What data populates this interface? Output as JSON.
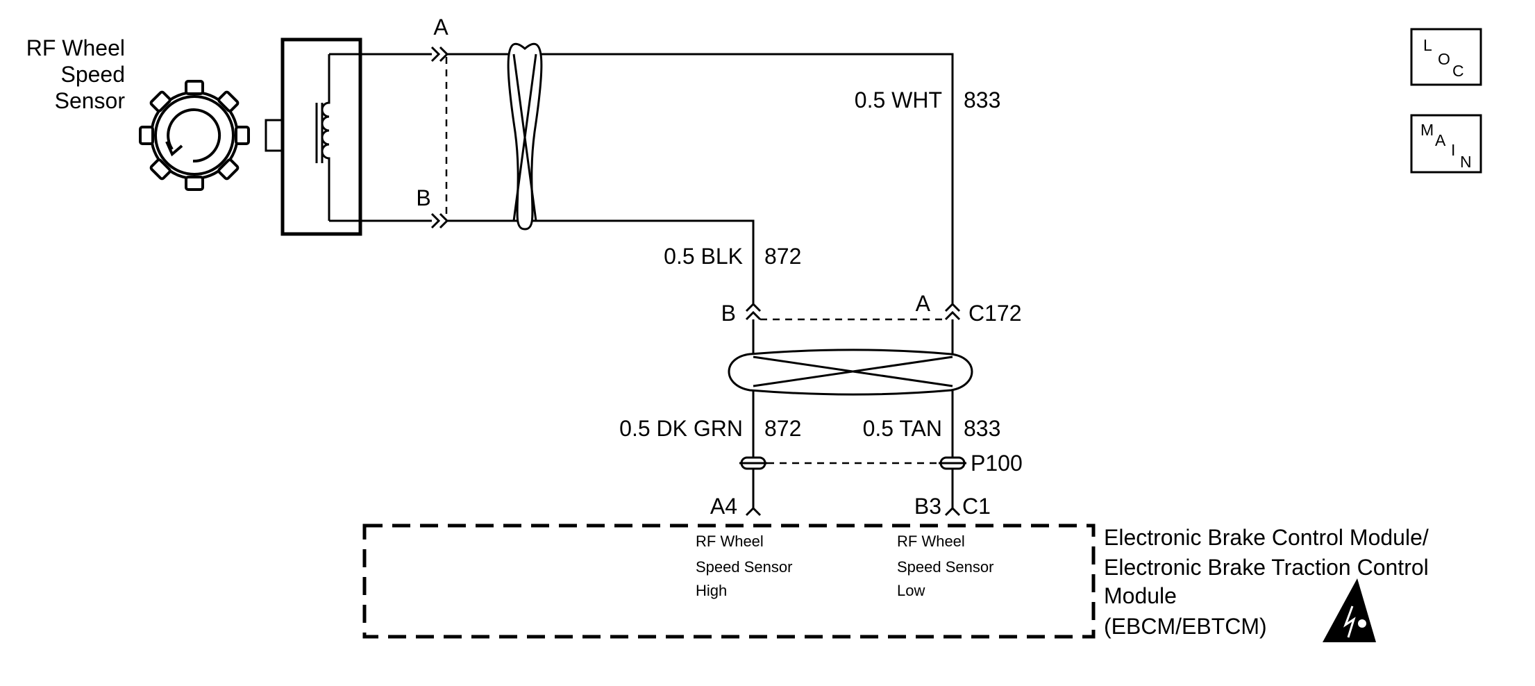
{
  "sensor": {
    "label_lines": [
      "RF Wheel",
      "Speed",
      "Sensor"
    ]
  },
  "sensor_pins": {
    "a": "A",
    "b": "B"
  },
  "wires": {
    "w833_top": {
      "gauge_color": "0.5 WHT",
      "circuit": "833"
    },
    "w872_top": {
      "gauge_color": "0.5 BLK",
      "circuit": "872"
    },
    "w872_bottom": {
      "gauge_color": "0.5 DK GRN",
      "circuit": "872"
    },
    "w833_bottom": {
      "gauge_color": "0.5 TAN",
      "circuit": "833"
    }
  },
  "connector_c172": {
    "name": "C172",
    "pin_b": "B",
    "pin_a": "A"
  },
  "splice_p100": {
    "name": "P100"
  },
  "module_pins": {
    "a4": "A4",
    "b3": "B3",
    "connector": "C1"
  },
  "module_terminals": {
    "high": [
      "RF Wheel",
      "Speed Sensor",
      "High"
    ],
    "low": [
      "RF Wheel",
      "Speed Sensor",
      "Low"
    ]
  },
  "module": {
    "label_lines": [
      "Electronic Brake Control Module/",
      "Electronic Brake Traction Control",
      "Module",
      "(EBCM/EBTCM)"
    ],
    "esd_icon": "esd-warning-icon"
  },
  "nav_buttons": {
    "loc": {
      "l1": "L",
      "l2": "O",
      "l3": "C"
    },
    "main": {
      "l1": "M",
      "l2": "A",
      "l3": "I",
      "l4": "N"
    }
  }
}
